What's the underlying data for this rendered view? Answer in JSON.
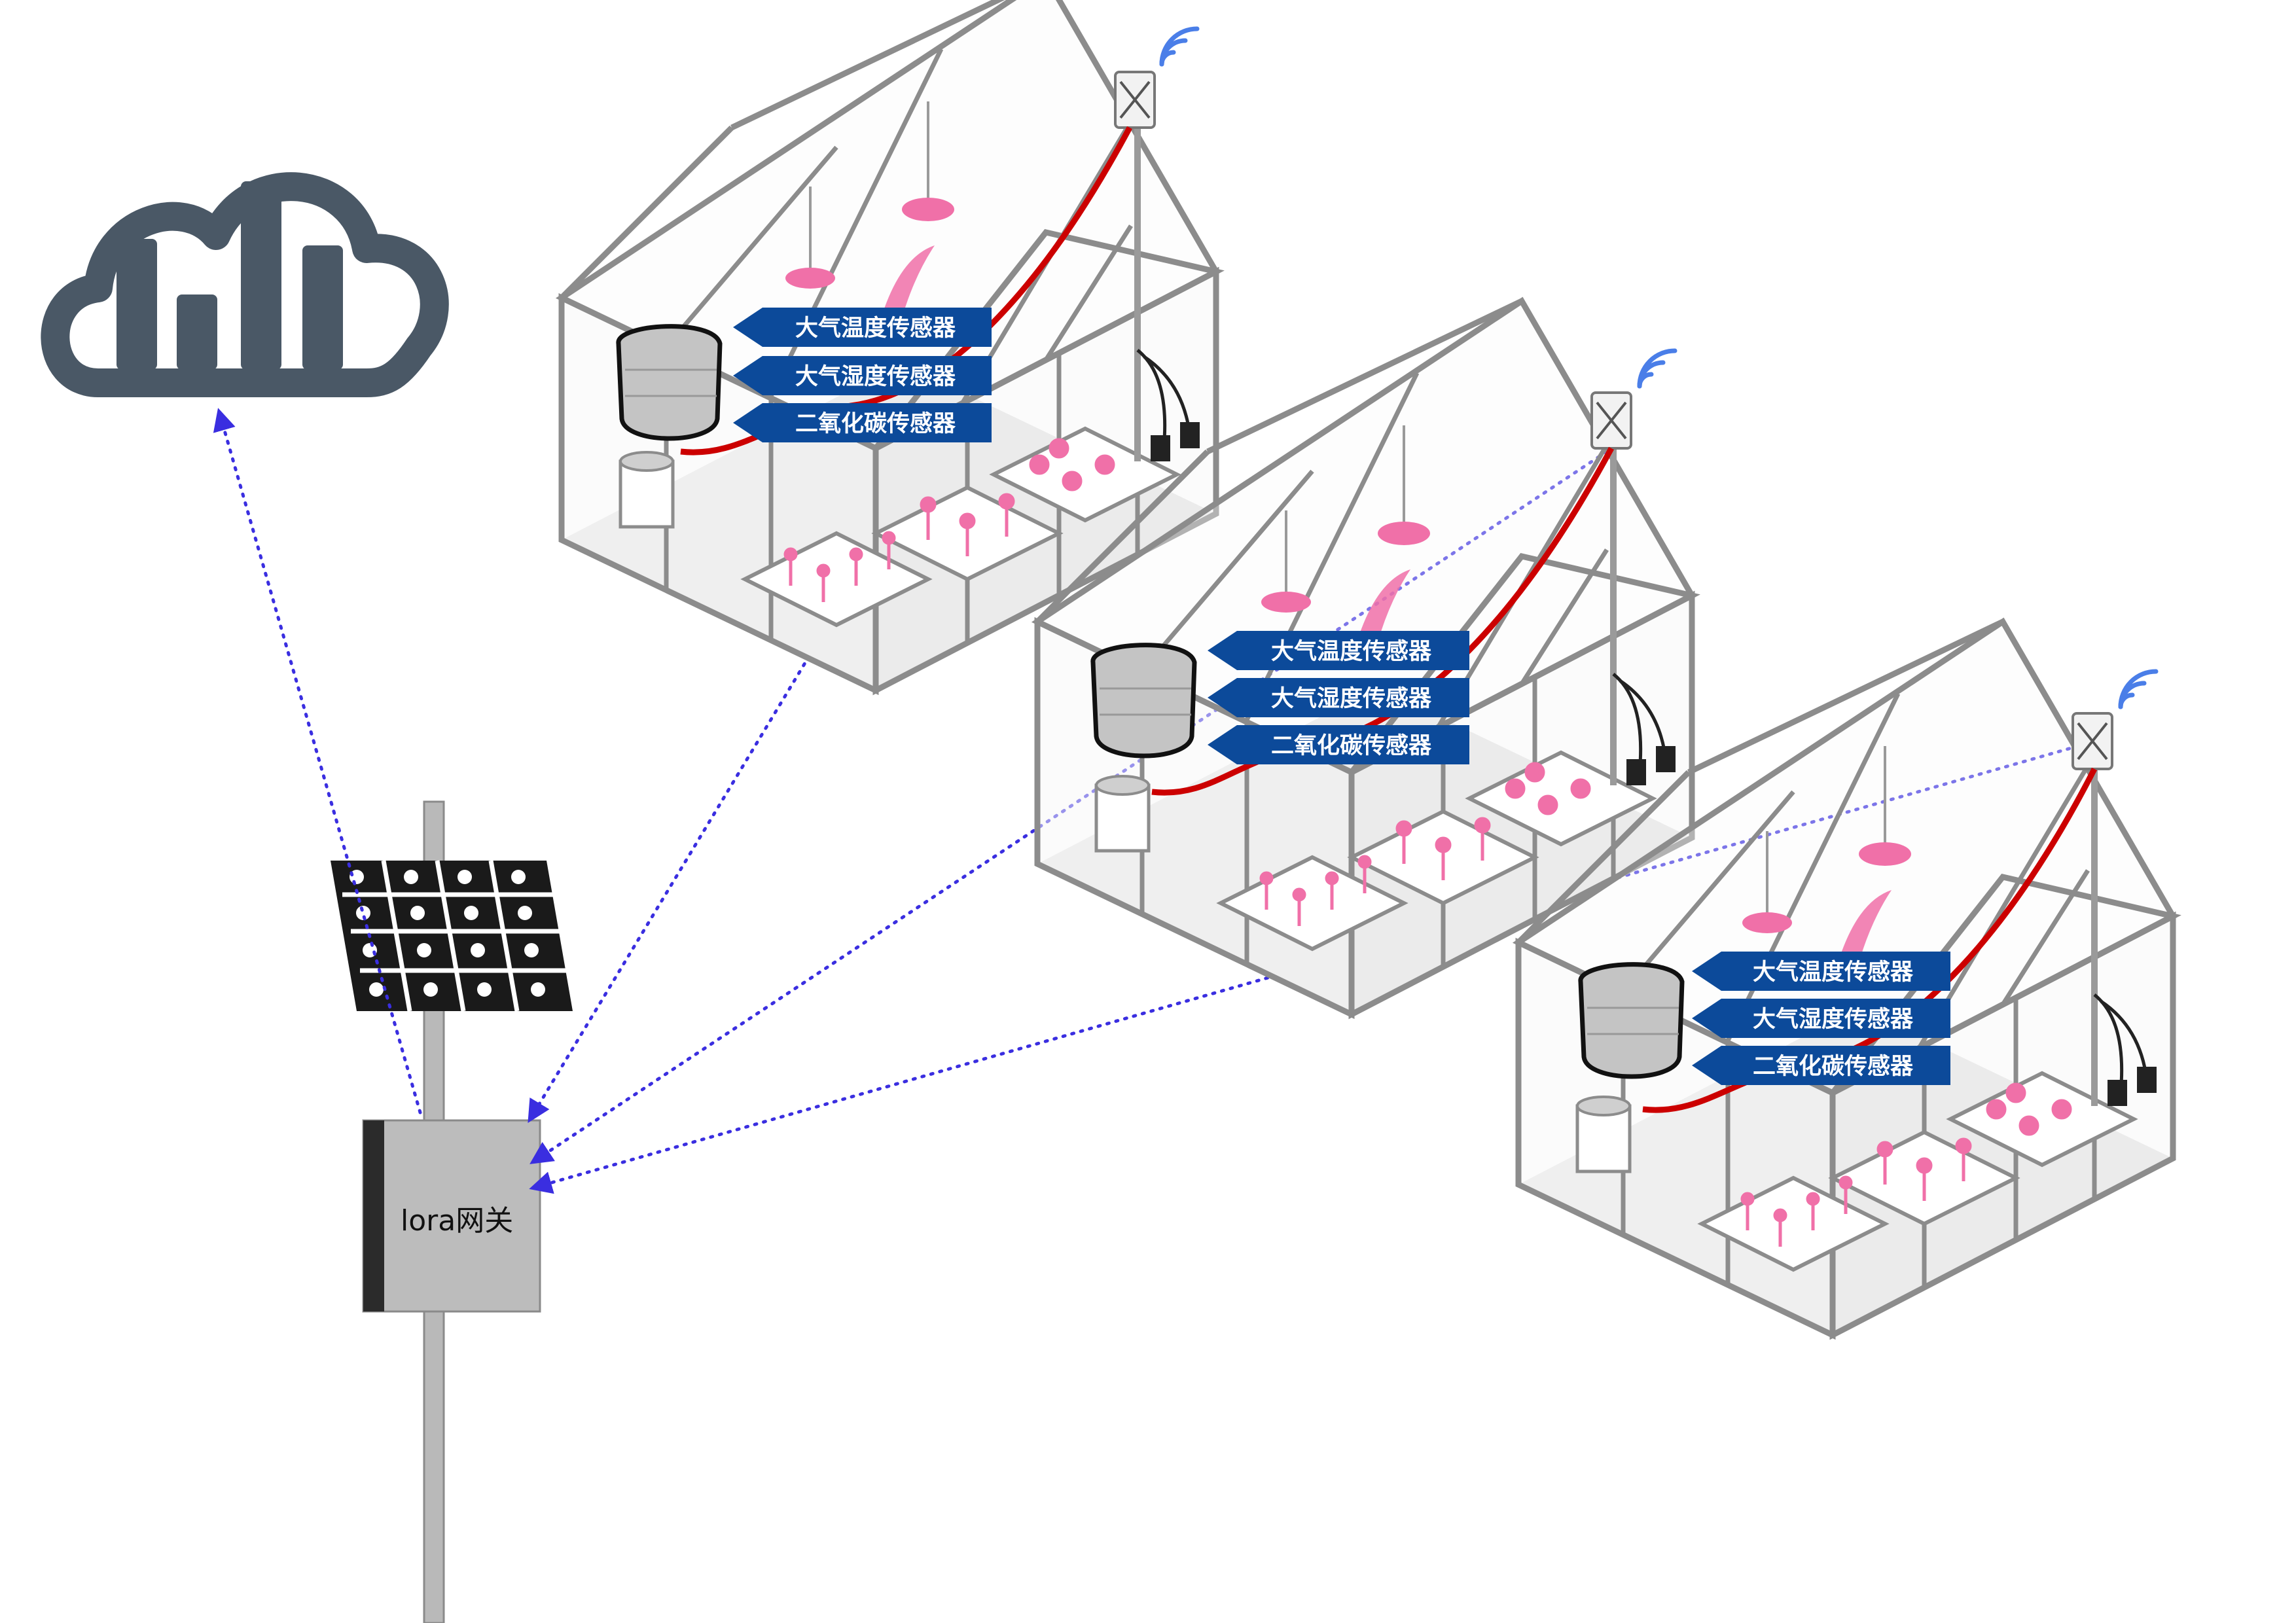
{
  "gateway": {
    "label": "lora网关"
  },
  "cloud": {
    "icon": "cloud-bar-chart-icon"
  },
  "solar_panel": {
    "icon": "solar-panel-icon"
  },
  "greenhouses": [
    {
      "labels": [
        "大气温度传感器",
        "大气湿度传感器",
        "二氧化碳传感器"
      ]
    },
    {
      "labels": [
        "大气温度传感器",
        "大气湿度传感器",
        "二氧化碳传感器"
      ]
    },
    {
      "labels": [
        "大气温度传感器",
        "大气湿度传感器",
        "二氧化碳传感器"
      ]
    }
  ],
  "colors": {
    "label_bg": "#0c4a9a",
    "cable": "#cc0000",
    "link": "#3a2ee0",
    "frame": "#8c8c8c",
    "plant": "#f070a8",
    "cloud": "#4a5866",
    "wifi": "#4a7ee8"
  }
}
